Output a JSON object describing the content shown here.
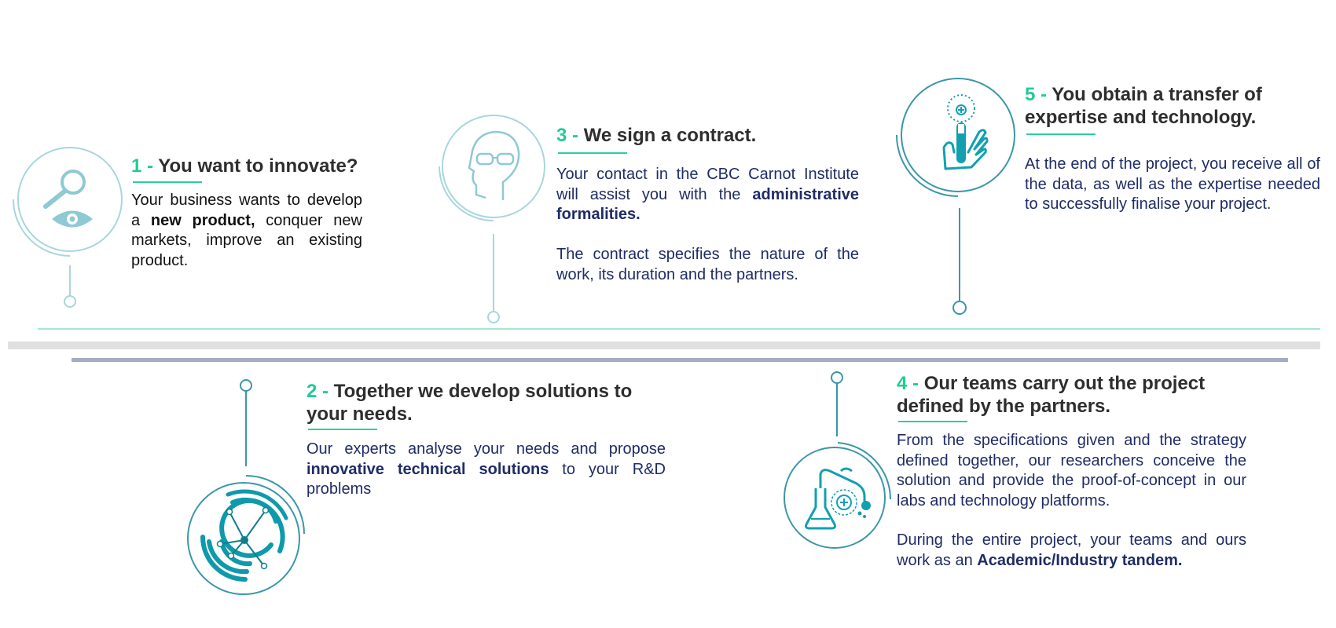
{
  "colors": {
    "accent": "#1fcc96",
    "teal": "#2a8fa0",
    "light_teal": "#8fc9d4",
    "text_blue": "#1f2c66",
    "timeline_green": "#a6e6cf",
    "timeline_gray": "#e0e0e0",
    "timeline_slate": "#a3adc2"
  },
  "steps": [
    {
      "number": "1 -",
      "title": "You want to innovate?",
      "icon": "magnifier-eye-icon",
      "text": [
        {
          "t": "Your business wants to develop a "
        },
        {
          "b": "new product,"
        },
        {
          "t": " conquer new markets, improve an existing product."
        }
      ]
    },
    {
      "number": "2 -",
      "title": "Together we develop solutions to your needs.",
      "icon": "network-arcs-icon",
      "text": [
        {
          "t": "Our experts analyse your needs and propose "
        },
        {
          "b": "innovative technical solutions"
        },
        {
          "t": " to your R&D problems"
        }
      ]
    },
    {
      "number": "3 -",
      "title": "We sign a contract.",
      "icon": "person-glasses-icon",
      "text": [
        {
          "t": "Your contact in the CBC Carnot Institute will assist you with the "
        },
        {
          "b": "administrative formalities."
        }
      ],
      "text2": [
        {
          "t": "The contract specifies the nature of the work, its duration and the partners."
        }
      ]
    },
    {
      "number": "4 -",
      "title": "Our teams carry out the project defined by the partners.",
      "icon": "lab-flask-icon",
      "text": [
        {
          "t": "From the specifications given and the strategy defined together, our researchers conceive the solution and provide the proof-of-concept in our labs and technology platforms."
        }
      ],
      "text2": [
        {
          "t": "During the entire project, your teams and ours work as an "
        },
        {
          "b": "Academic/Industry tandem."
        }
      ]
    },
    {
      "number": "5 -",
      "title": "You obtain a transfer of expertise and technology.",
      "icon": "hand-test-tube-icon",
      "text": [
        {
          "t": "At the end of the project, you receive all of the data, as well as the expertise needed to successfully finalise your project."
        }
      ]
    }
  ]
}
